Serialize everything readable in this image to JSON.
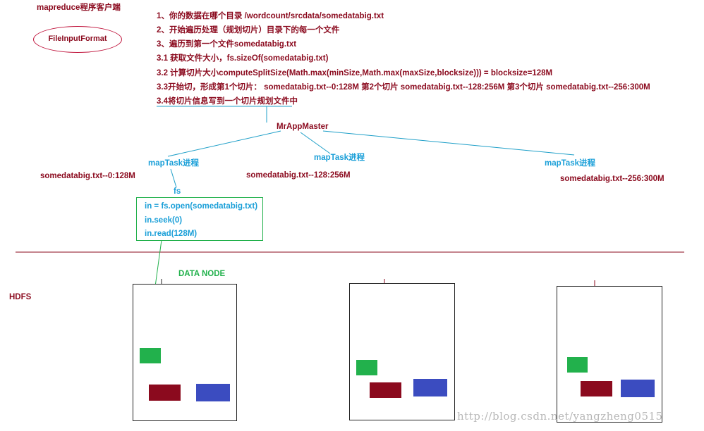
{
  "header": {
    "title": "mapreduce程序客户端"
  },
  "ellipse": {
    "label": "FileInputFormat"
  },
  "steps": [
    "1、你的数据在哪个目录   /wordcount/srcdata/somedatabig.txt",
    "2、开始遍历处理（规划切片）目录下的每一个文件",
    "3、遍历到第一个文件somedatabig.txt",
    "3.1 获取文件大小，fs.sizeOf(somedatabig.txt)",
    "3.2 计算切片大小computeSplitSize(Math.max(minSize,Math.max(maxSize,blocksize)))  = blocksize=128M",
    "3.3开始切，形成第1个切片： somedatabig.txt--0:128M  第2个切片 somedatabig.txt--128:256M   第3个切片 somedatabig.txt--256:300M",
    "3.4将切片信息写到一个切片规划文件中"
  ],
  "master": {
    "label": "MrAppMaster"
  },
  "tasks": [
    {
      "label": "mapTask进程",
      "split": "somedatabig.txt--0:128M"
    },
    {
      "label": "mapTask进程",
      "split": "somedatabig.txt--128:256M"
    },
    {
      "label": "mapTask进程",
      "split": "somedatabig.txt--256:300M"
    }
  ],
  "fs": {
    "label": "fs",
    "lines": [
      "in = fs.open(somedatabig.txt)",
      "in.seek(0)",
      "in.read(128M)"
    ]
  },
  "hdfs": {
    "label": "HDFS",
    "datanode_label": "DATA NODE"
  },
  "colors": {
    "dark_red": "#8b0a1e",
    "blue_text": "#1a9fd8",
    "line_teal": "#1e9fc8",
    "green": "#22b14c",
    "block_blue": "#3b4cc0"
  },
  "watermark": "http://blog.csdn.net/yangzheng0515"
}
